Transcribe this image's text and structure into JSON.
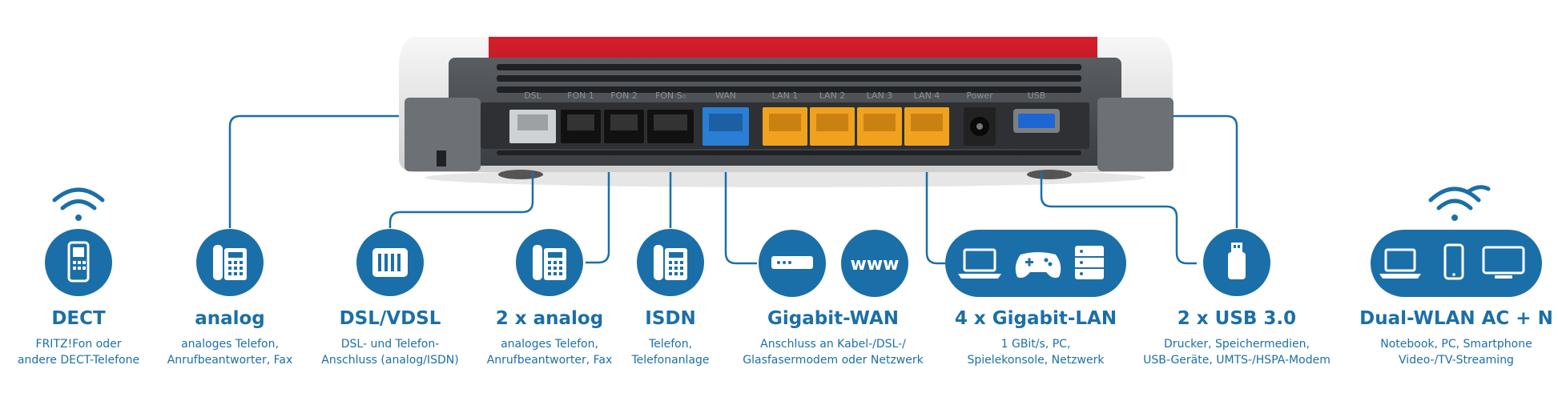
{
  "port_labels": {
    "dsl": "DSL",
    "fon1": "FON 1",
    "fon2": "FON 2",
    "fons0": "FON S₀",
    "wan": "WAN",
    "lan1": "LAN 1",
    "lan2": "LAN 2",
    "lan3": "LAN 3",
    "lan4": "LAN 4",
    "power": "Power",
    "usb": "USB"
  },
  "icons": {
    "dect": "dect-phone-icon",
    "analog": "desk-phone-icon",
    "dsl": "dsl-splitter-icon",
    "analog2": "desk-phone-icon",
    "isdn": "desk-phone-icon",
    "wan_modem": "modem-icon",
    "wan_www": "www-icon",
    "lan_laptop": "laptop-icon",
    "lan_gamepad": "gamepad-icon",
    "lan_server": "server-icon",
    "usb": "usb-stick-icon",
    "wlan_laptop": "laptop-icon",
    "wlan_phone": "smartphone-icon",
    "wlan_tv": "tv-icon",
    "wifi": "wifi-icon"
  },
  "features": {
    "dect": {
      "title": "DECT",
      "line1": "FRITZ!Fon oder",
      "line2": "andere DECT-Telefone"
    },
    "analog": {
      "title": "analog",
      "line1": "analoges Telefon,",
      "line2": "Anrufbeantworter, Fax"
    },
    "dsl": {
      "title": "DSL/VDSL",
      "line1": "DSL- und Telefon-",
      "line2": "Anschluss (analog/ISDN)"
    },
    "analog2": {
      "title": "2 x analog",
      "line1": "analoges Telefon,",
      "line2": "Anrufbeantworter, Fax"
    },
    "isdn": {
      "title": "ISDN",
      "line1": "Telefon,",
      "line2": "Telefonanlage"
    },
    "wan": {
      "title": "Gigabit-WAN",
      "line1": "Anschluss an Kabel-/DSL-/",
      "line2": "Glasfasermodem oder Netzwerk"
    },
    "lan": {
      "title": "4 x Gigabit-LAN",
      "line1": "1 GBit/s, PC,",
      "line2": "Spielekonsole, Netzwerk"
    },
    "usb": {
      "title": "2 x USB 3.0",
      "line1": "Drucker, Speichermedien,",
      "line2": "USB-Geräte, UMTS-/HSPA-Modem"
    },
    "wlan": {
      "title": "Dual-WLAN AC + N",
      "line1": "Notebook, PC, Smartphone",
      "line2": "Video-/TV-Streaming"
    }
  },
  "colors": {
    "accent_blue": "#1b6fa8",
    "router_red": "#b3121e",
    "router_body": "#4a4d52",
    "lan_orange": "#f0a21f",
    "wan_blue": "#2a7fd4"
  }
}
